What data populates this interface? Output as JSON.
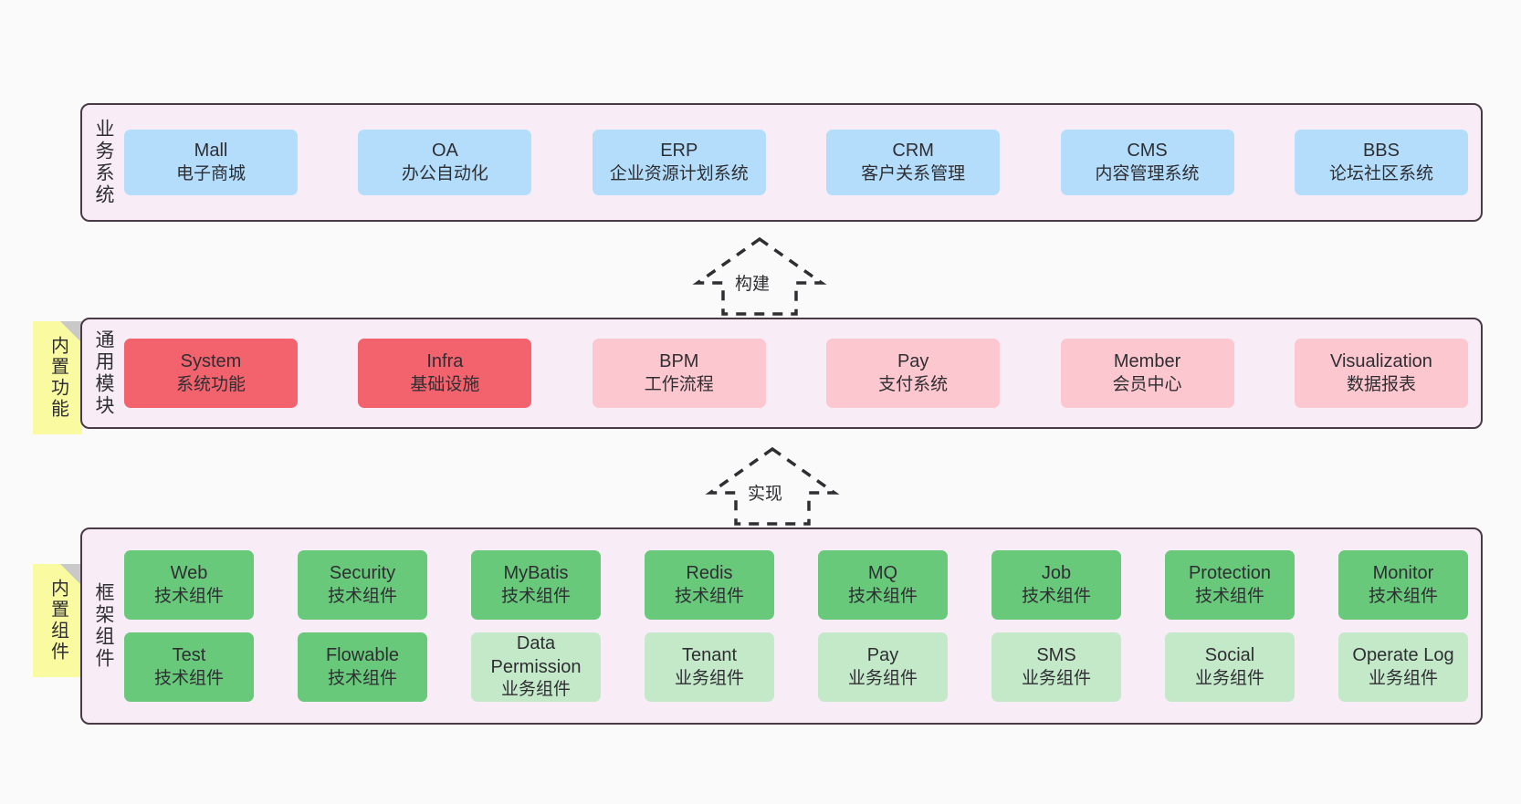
{
  "diagram": {
    "title_hidden": "",
    "accent_colors": {
      "panel_bg": "#F8EDF7",
      "panel_border": "#4A3A46",
      "business_card": "#B3DDFA",
      "module_strong": "#F2636D",
      "module_soft": "#FDC7CF",
      "tech_component": "#69C97B",
      "business_component": "#C4E9C9",
      "note_bg": "#FAFAA0",
      "note_fold": "#C9C9C9",
      "page_bg": "#FAFAFA",
      "text": "#2E2E33"
    }
  },
  "layers": [
    {
      "id": "business-systems",
      "title": "业务系统",
      "note": null,
      "rows": [
        {
          "id": "business-row",
          "cards": [
            {
              "name": "Mall",
              "desc": "电子商城",
              "style": "c-blue"
            },
            {
              "name": "OA",
              "desc": "办公自动化",
              "style": "c-blue"
            },
            {
              "name": "ERP",
              "desc": "企业资源计划系统",
              "style": "c-blue"
            },
            {
              "name": "CRM",
              "desc": "客户关系管理",
              "style": "c-blue"
            },
            {
              "name": "CMS",
              "desc": "内容管理系统",
              "style": "c-blue"
            },
            {
              "name": "BBS",
              "desc": "论坛社区系统",
              "style": "c-blue"
            }
          ]
        }
      ]
    },
    {
      "id": "common-modules",
      "title": "通用模块",
      "note": "内置功能",
      "rows": [
        {
          "id": "modules-row",
          "cards": [
            {
              "name": "System",
              "desc": "系统功能",
              "style": "c-red"
            },
            {
              "name": "Infra",
              "desc": "基础设施",
              "style": "c-red"
            },
            {
              "name": "BPM",
              "desc": "工作流程",
              "style": "c-pink"
            },
            {
              "name": "Pay",
              "desc": "支付系统",
              "style": "c-pink"
            },
            {
              "name": "Member",
              "desc": "会员中心",
              "style": "c-pink"
            },
            {
              "name": "Visualization",
              "desc": "数据报表",
              "style": "c-pink"
            }
          ]
        }
      ]
    },
    {
      "id": "framework-components",
      "title": "框架组件",
      "note": "内置组件",
      "rows": [
        {
          "id": "tech-row",
          "cards": [
            {
              "name": "Web",
              "desc": "技术组件",
              "style": "c-green"
            },
            {
              "name": "Security",
              "desc": "技术组件",
              "style": "c-green"
            },
            {
              "name": "MyBatis",
              "desc": "技术组件",
              "style": "c-green"
            },
            {
              "name": "Redis",
              "desc": "技术组件",
              "style": "c-green"
            },
            {
              "name": "MQ",
              "desc": "技术组件",
              "style": "c-green"
            },
            {
              "name": "Job",
              "desc": "技术组件",
              "style": "c-green"
            },
            {
              "name": "Protection",
              "desc": "技术组件",
              "style": "c-green"
            },
            {
              "name": "Monitor",
              "desc": "技术组件",
              "style": "c-green"
            }
          ]
        },
        {
          "id": "biz-row",
          "cards": [
            {
              "name": "Test",
              "desc": "技术组件",
              "style": "c-green"
            },
            {
              "name": "Flowable",
              "desc": "技术组件",
              "style": "c-green"
            },
            {
              "name": "Data Permission",
              "desc": "业务组件",
              "style": "c-lightgreen"
            },
            {
              "name": "Tenant",
              "desc": "业务组件",
              "style": "c-lightgreen"
            },
            {
              "name": "Pay",
              "desc": "业务组件",
              "style": "c-lightgreen"
            },
            {
              "name": "SMS",
              "desc": "业务组件",
              "style": "c-lightgreen"
            },
            {
              "name": "Social",
              "desc": "业务组件",
              "style": "c-lightgreen"
            },
            {
              "name": "Operate Log",
              "desc": "业务组件",
              "style": "c-lightgreen"
            }
          ]
        }
      ]
    }
  ],
  "connectors": [
    {
      "id": "build-arrow",
      "label": "构建",
      "direction": "up"
    },
    {
      "id": "implement-arrow",
      "label": "实现",
      "direction": "up"
    }
  ]
}
